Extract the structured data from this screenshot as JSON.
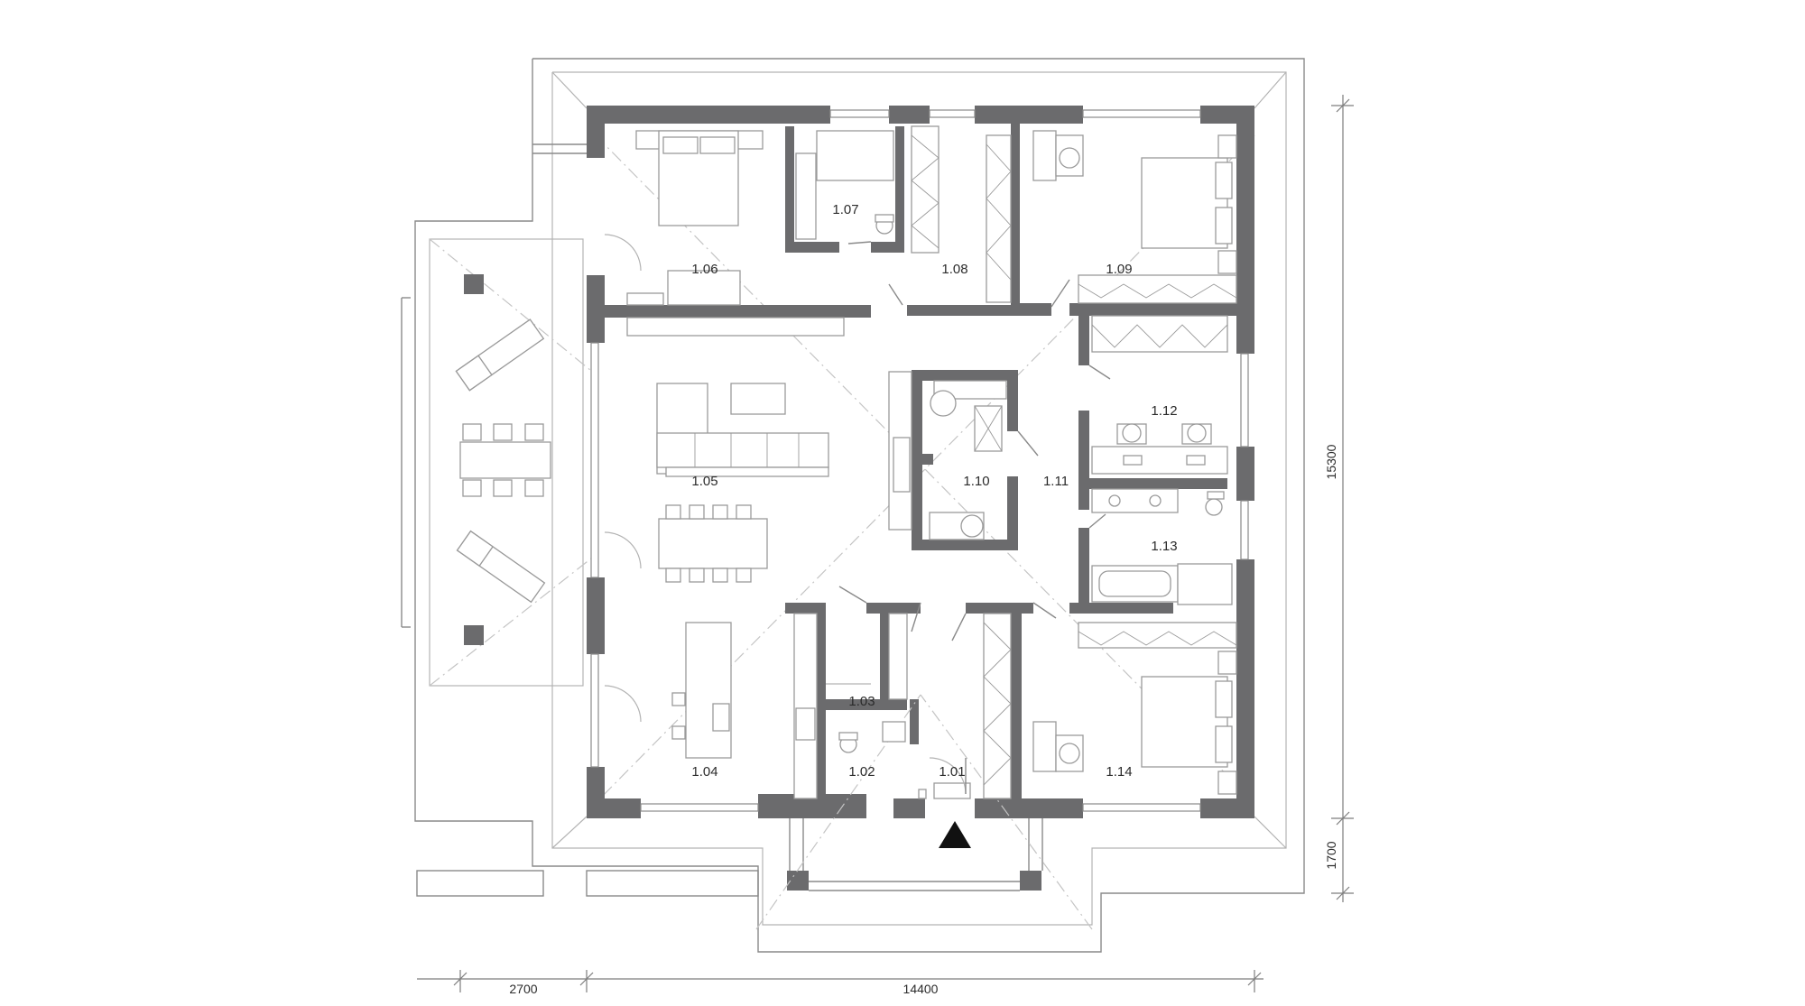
{
  "rooms": [
    {
      "id": "1.01",
      "label": "1.01"
    },
    {
      "id": "1.02",
      "label": "1.02"
    },
    {
      "id": "1.03",
      "label": "1.03"
    },
    {
      "id": "1.04",
      "label": "1.04"
    },
    {
      "id": "1.05",
      "label": "1.05"
    },
    {
      "id": "1.06",
      "label": "1.06"
    },
    {
      "id": "1.07",
      "label": "1.07"
    },
    {
      "id": "1.08",
      "label": "1.08"
    },
    {
      "id": "1.09",
      "label": "1.09"
    },
    {
      "id": "1.10",
      "label": "1.10"
    },
    {
      "id": "1.11",
      "label": "1.11"
    },
    {
      "id": "1.12",
      "label": "1.12"
    },
    {
      "id": "1.13",
      "label": "1.13"
    },
    {
      "id": "1.14",
      "label": "1.14"
    }
  ],
  "dimensions": {
    "bottom_left": "2700",
    "bottom_main": "14400",
    "right_main": "15300",
    "right_lower": "1700"
  },
  "colors": {
    "wall": "#6b6b6d",
    "line": "#8a8a8a",
    "background": "#ffffff"
  },
  "icons": {
    "entrance": "entrance-arrow-icon"
  }
}
